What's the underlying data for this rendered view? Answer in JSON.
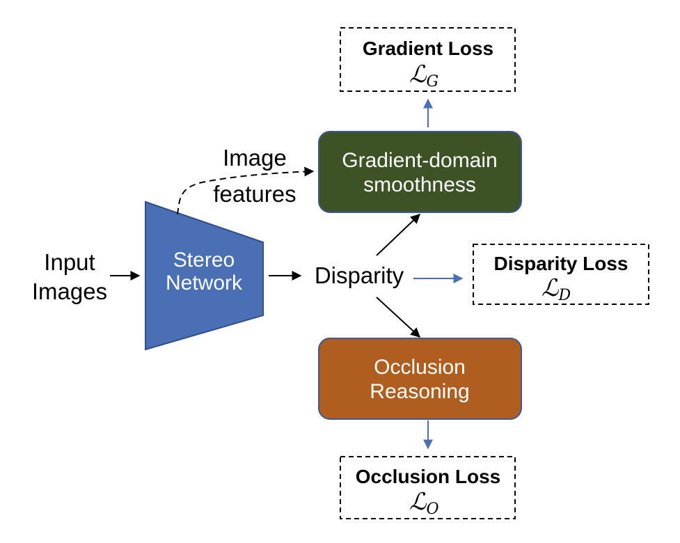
{
  "inputs": {
    "line1": "Input",
    "line2": "Images"
  },
  "stereo_network": {
    "line1": "Stereo",
    "line2": "Network",
    "color": "#4a6fb5"
  },
  "image_features": {
    "line1": "Image",
    "line2": "features"
  },
  "disparity": {
    "label": "Disparity"
  },
  "gradient_module": {
    "line1": "Gradient-domain",
    "line2": "smoothness",
    "color": "#3d5326"
  },
  "occlusion_module": {
    "line1": "Occlusion",
    "line2": "Reasoning",
    "color": "#b05e1f"
  },
  "losses": {
    "gradient": {
      "title": "Gradient Loss",
      "symbol": "ℒ",
      "subscript": "G"
    },
    "disparity": {
      "title": "Disparity Loss",
      "symbol": "ℒ",
      "subscript": "D"
    },
    "occlusion": {
      "title": "Occlusion Loss",
      "symbol": "ℒ",
      "subscript": "O"
    }
  },
  "colors": {
    "loss_arrow": "#4a6fb5",
    "flow_arrow": "#000000"
  }
}
